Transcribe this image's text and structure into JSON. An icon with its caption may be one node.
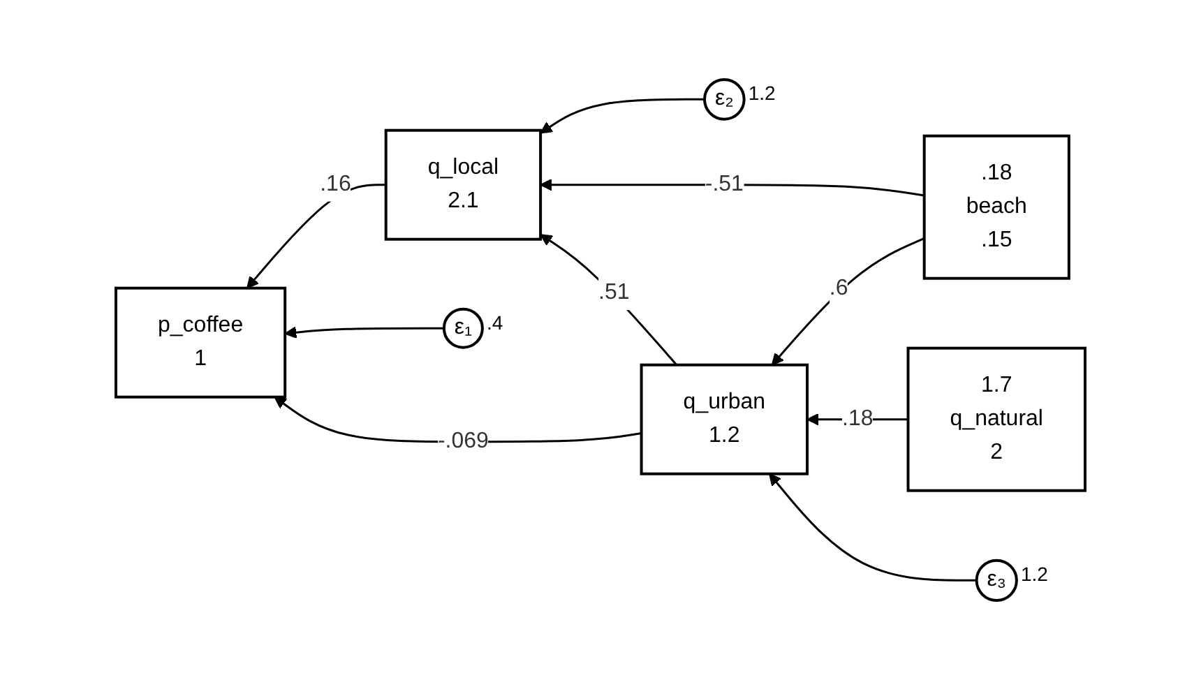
{
  "diagram": {
    "nodes": [
      {
        "text": [
          "ε₂"
        ],
        "beside": [
          "1.2"
        ]
      },
      {
        "text": [
          ".18",
          "beach",
          ".15"
        ]
      },
      {
        "text": [
          "q_local",
          "2.1"
        ]
      },
      {
        "text": [
          "ε₁"
        ],
        "beside": [
          ".4"
        ]
      },
      {
        "text": [
          "p_coffee",
          "1"
        ]
      },
      {
        "text": [
          "q_urban",
          "1.2"
        ]
      },
      {
        "text": [
          "1.7",
          "q_natural",
          "2"
        ]
      },
      {
        "text": [
          "ε₃"
        ],
        "beside": [
          "1.2"
        ]
      }
    ],
    "edges": [
      {
        "from": 0,
        "to": 2,
        "arrow": "to"
      },
      {
        "from": 1,
        "to": 2,
        "arrow": "to",
        "label": "-.51"
      },
      {
        "from": 2,
        "to": 4,
        "arrow": "to",
        "label": ".16"
      },
      {
        "from": 3,
        "to": 4,
        "arrow": "to"
      },
      {
        "from": 5,
        "to": 4,
        "arrow": "to",
        "label": "-.069"
      },
      {
        "from": 5,
        "to": 2,
        "arrow": "to",
        "label": ".51"
      },
      {
        "from": 1,
        "to": 5,
        "arrow": "to",
        "label": ".6"
      },
      {
        "from": 6,
        "to": 5,
        "arrow": "to",
        "label": ".18"
      },
      {
        "from": 7,
        "to": 5,
        "arrow": "to"
      }
    ]
  }
}
